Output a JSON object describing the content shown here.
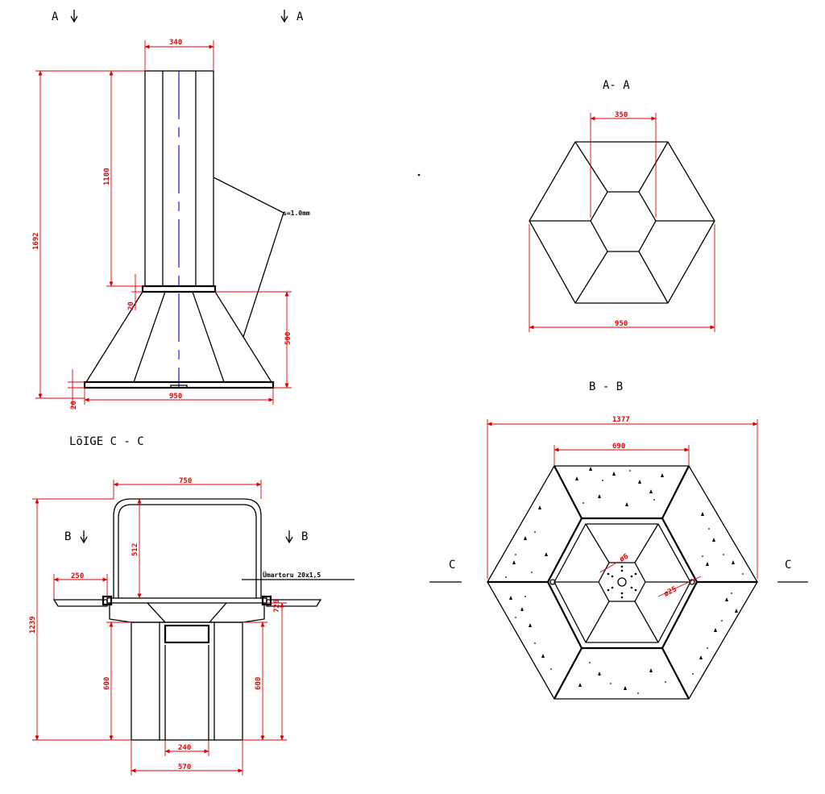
{
  "colors": {
    "line": "#000000",
    "dimension": "#e00000",
    "axis": "#1a1adc"
  },
  "view_front": {
    "section_marks": [
      "A",
      "A"
    ],
    "dims": {
      "width_top": "340",
      "height_total": "1692",
      "height_upper": "1100",
      "ring_20": "20",
      "hood_height": "500",
      "base_20": "20",
      "width_base": "950"
    },
    "note": "s=1.0mm"
  },
  "view_aa": {
    "title": "A- A",
    "dims": {
      "inner": "350",
      "outer": "950"
    }
  },
  "view_bb": {
    "title": "B -   B",
    "section_marks": [
      "C",
      "C"
    ],
    "dims": {
      "overall": "1377",
      "inner": "690",
      "hole": "ø6",
      "pin": "ø25"
    }
  },
  "view_cc": {
    "title": "LõIGE    C -   C",
    "section_marks": [
      "B",
      "B"
    ],
    "dims": {
      "frame_width": "750",
      "frame_height": "512",
      "shelf": "250",
      "overall_height": "1239",
      "leg_left": "600",
      "leg_right": "600",
      "side_height": "726",
      "door": "240",
      "base": "570"
    },
    "note": "Ümartoru 20x1,5"
  }
}
